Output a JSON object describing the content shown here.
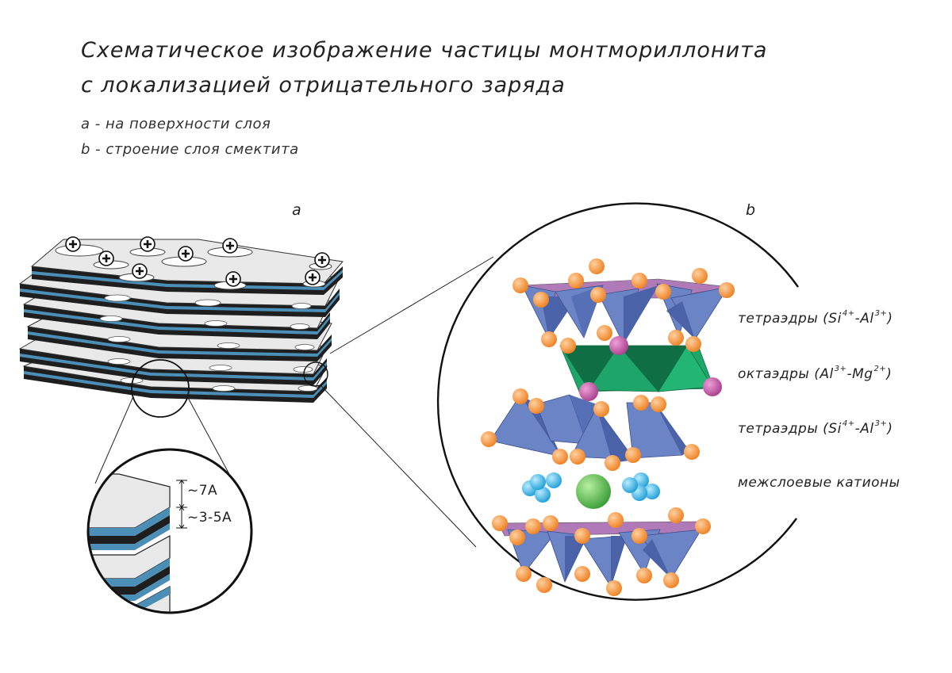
{
  "title": {
    "line1": "Схематическое изображение частицы монтмориллонита",
    "line2": "с локализацией отрицательного заряда"
  },
  "legend": {
    "a": "a - на поверхности слоя",
    "b": "b - строение слоя смектита"
  },
  "panels": {
    "a": "a",
    "b": "b"
  },
  "dimensions": {
    "layer": "~7A",
    "interlayer": "~3-5A"
  },
  "labels": {
    "tetra_top": {
      "text": "тетраэдры (Si",
      "sup1": "4+",
      "mid": "-Al",
      "sup2": "3+",
      "end": ")"
    },
    "octa": {
      "text": "октаэдры (Al",
      "sup1": "3+",
      "mid": "-Mg",
      "sup2": "2+",
      "end": ")"
    },
    "tetra_bottom": {
      "text": "тетраэдры (Si",
      "sup1": "4+",
      "mid": "-Al",
      "sup2": "3+",
      "end": ")"
    },
    "cations": "межслоевые катионы"
  },
  "colors": {
    "sheet_face": "#e9e9e9",
    "sheet_blue": "#4b8fb7",
    "tetrahedron": "#6b84c6",
    "tetrahedron_dark": "#4a62a8",
    "tetra_top_face": "#b07ab8",
    "octahedron": "#1ea66a",
    "octahedron_dark": "#0f6e44",
    "oxygen": "#f4923a",
    "magnesium": "#c558a6",
    "cation_small": "#3aaee0",
    "cation_large": "#5bb94a"
  },
  "icons": [
    "plus-charge-icon"
  ]
}
